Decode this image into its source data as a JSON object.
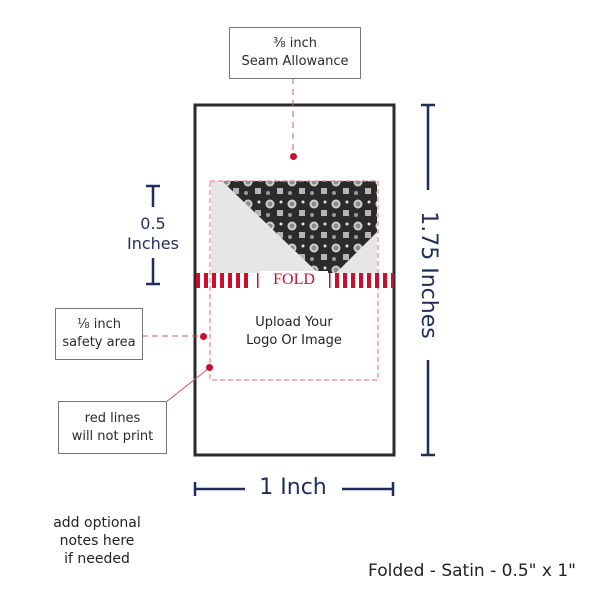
{
  "seam_label": {
    "line1": "⅜ inch",
    "line2": "Seam Allowance"
  },
  "height_small": {
    "line1": "0.5",
    "line2": "Inches"
  },
  "safety_label": {
    "line1": "⅛ inch",
    "line2": "safety area"
  },
  "red_lines_label": {
    "line1": "red lines",
    "line2": "will not print"
  },
  "fold_label": "FOLD",
  "upload_label": {
    "line1": "Upload Your",
    "line2": "Logo Or Image"
  },
  "height_total": "1.75 Inches",
  "width_total": "1 Inch",
  "notes": {
    "line1": "add optional",
    "line2": "notes here",
    "line3": "if needed"
  },
  "product_title": "Folded - Satin - 0.5\" x 1\"",
  "colors": {
    "navy": "#1f2d5c",
    "red": "#c8102e",
    "outline": "#2a2a2a"
  }
}
